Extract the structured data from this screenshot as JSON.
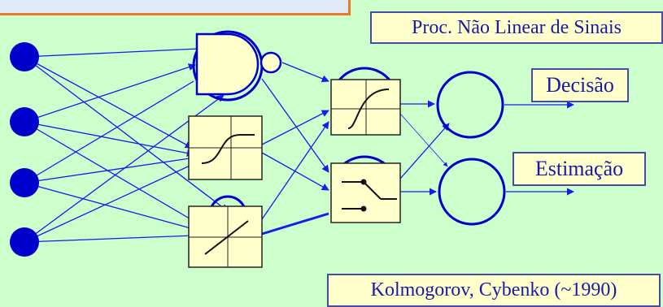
{
  "labels": {
    "header": "Proc. Não Linear de Sinais",
    "decision": "Decisão",
    "estimation": "Estimação",
    "footer": "Kolmogorov, Cybenko (~1990)"
  },
  "colors": {
    "background": "#ccffcc",
    "node_fill": "#0000cc",
    "edge": "#1a1aee",
    "box_fill": "#ffffcc",
    "box_border": "#4a4aa0",
    "label_text": "#1a1aa6",
    "title_accent": "#e87a2a"
  },
  "icons": {
    "gate": "nand-gate-icon",
    "hidden_1": "sigmoid-icon",
    "hidden_2": "linear-icon",
    "middle_1": "sigmoid-icon",
    "middle_2": "switch-icon"
  }
}
